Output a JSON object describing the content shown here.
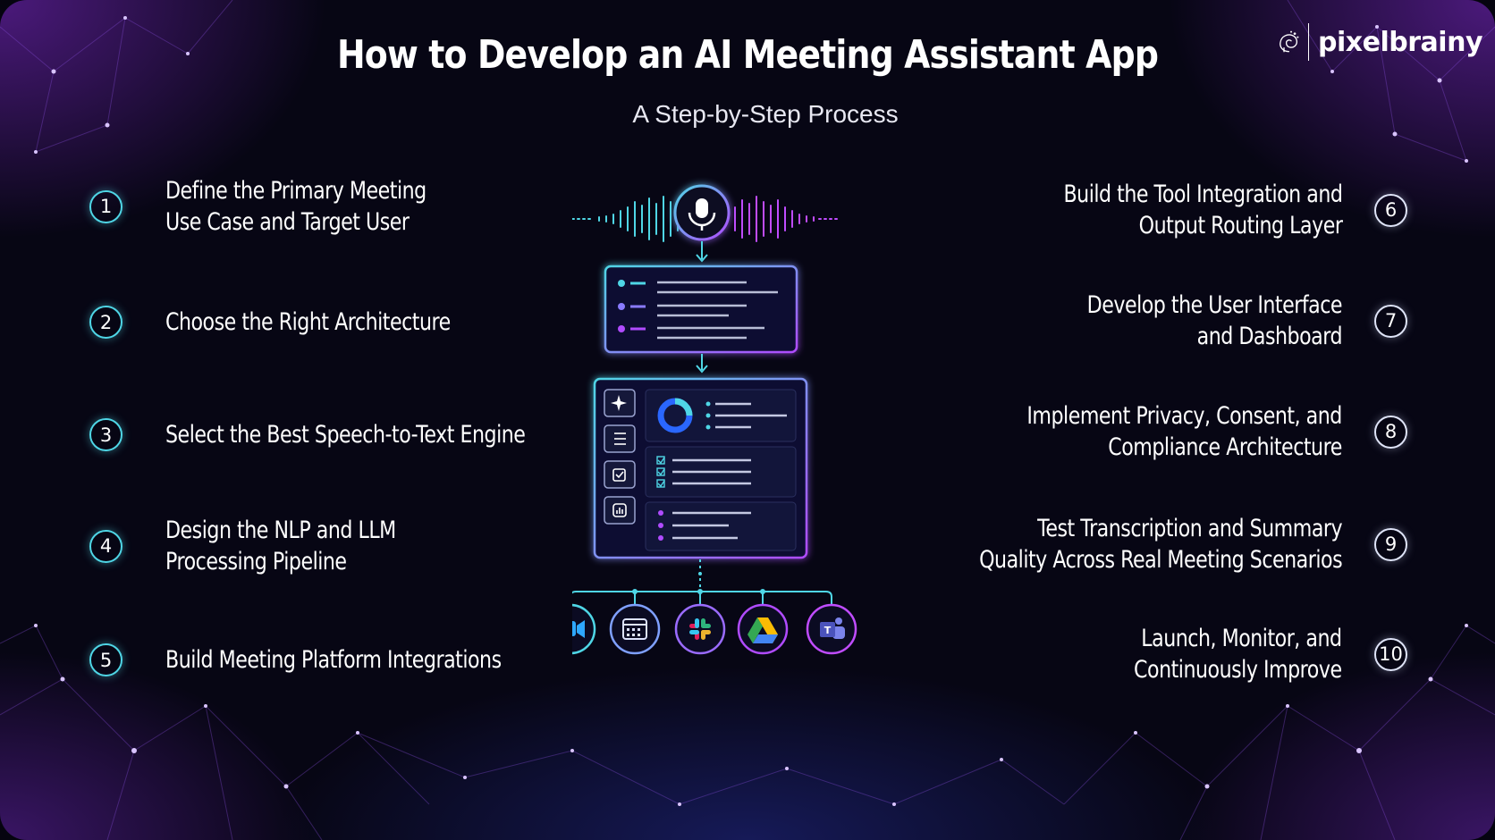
{
  "header": {
    "title": "How to Develop an AI Meeting Assistant App",
    "subtitle": "A Step-by-Step Process"
  },
  "brand": {
    "name": "pixelbrainy",
    "icon": "brain-spiral-logo"
  },
  "steps": [
    {
      "number": "1",
      "text": "Define the Primary Meeting\nUse Case and Target User"
    },
    {
      "number": "2",
      "text": "Choose the Right Architecture"
    },
    {
      "number": "3",
      "text": "Select the Best Speech-to-Text Engine"
    },
    {
      "number": "4",
      "text": "Design the NLP and LLM\nProcessing Pipeline"
    },
    {
      "number": "5",
      "text": "Build Meeting Platform Integrations"
    },
    {
      "number": "6",
      "text": "Build the Tool Integration and\nOutput Routing Layer"
    },
    {
      "number": "7",
      "text": "Develop the User Interface\nand Dashboard"
    },
    {
      "number": "8",
      "text": "Implement Privacy, Consent, and\nCompliance Architecture"
    },
    {
      "number": "9",
      "text": "Test Transcription and Summary\nQuality Across Real Meeting Scenarios"
    },
    {
      "number": "10",
      "text": "Launch, Monitor, and\nContinuously Improve"
    }
  ],
  "center_icons": [
    "microphone-icon",
    "transcript-panel",
    "dashboard-panel",
    "zoom-camera-icon",
    "calendar-icon",
    "slack-icon",
    "google-drive-icon",
    "teams-icon"
  ],
  "colors": {
    "background": "#070614",
    "accent_cyan": "#4fd6e6",
    "accent_purple": "#b04bff",
    "text": "#ffffff"
  }
}
